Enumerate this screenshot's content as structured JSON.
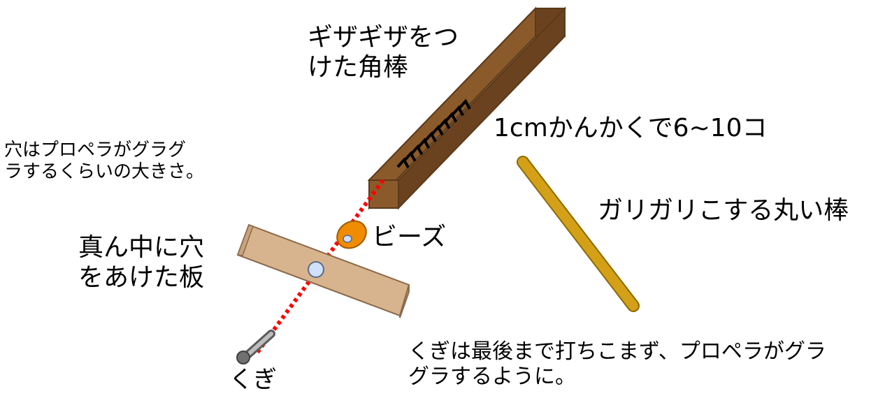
{
  "labels": {
    "stick_title_line1": "ギザギザをつ",
    "stick_title_line2": "けた角棒",
    "notch_spacing": "1cmかんかくで6~10コ",
    "hole_note_line1": "穴はプロペラがグラグ",
    "hole_note_line2": "ラするくらいの大きさ。",
    "board_line1": "真ん中に穴",
    "board_line2": "をあけた板",
    "beads": "ビーズ",
    "rod": "ガリガリこする丸い棒",
    "nail": "くぎ",
    "nail_note_line1": "くぎは最後まで打ちこまず、プロペラがグラ",
    "nail_note_line2": "グラするように。"
  },
  "notch_count": 10,
  "colors": {
    "stick_front": "#8b5a2b",
    "stick_side": "#6b4220",
    "stick_top": "#c89a6a",
    "board_top": "#d8b48e",
    "board_side": "#c9a37c",
    "board_outline": "#8a6a4a",
    "rod_fill": "#d4a017",
    "rod_outline": "#8a6a00",
    "bead_fill": "#f08c00",
    "bead_hole": "#cfe0ff",
    "nail_line": "#ff0000",
    "nail_head": "#707070"
  }
}
